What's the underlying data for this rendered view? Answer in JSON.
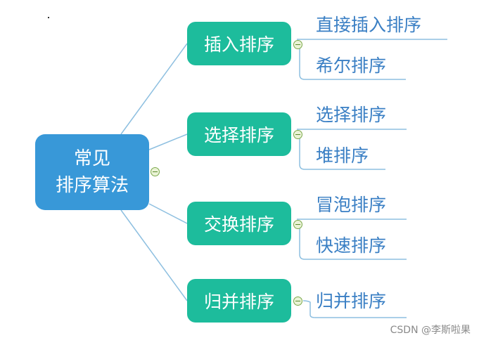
{
  "root": {
    "line1": "常见",
    "line2": "排序算法"
  },
  "categories": [
    {
      "label": "插入排序",
      "children": [
        "直接插入排序",
        "希尔排序"
      ]
    },
    {
      "label": "选择排序",
      "children": [
        "选择排序",
        "堆排序"
      ]
    },
    {
      "label": "交换排序",
      "children": [
        "冒泡排序",
        "快速排序"
      ]
    },
    {
      "label": "归并排序",
      "children": [
        "归并排序"
      ]
    }
  ],
  "watermark": "CSDN @李斯啦果",
  "colors": {
    "root": "#3898d8",
    "category": "#1dbc9c",
    "leaf_text": "#3a7fc4",
    "connector": "#8dbfe0"
  }
}
